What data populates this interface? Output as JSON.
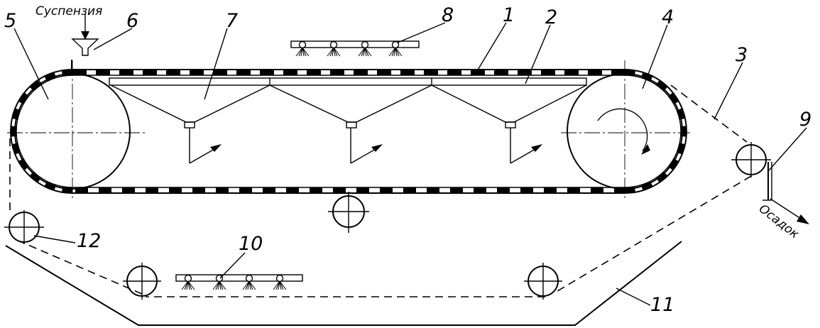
{
  "labels": {
    "suspension": "Суспензия",
    "sediment": "Осадок",
    "n1": "1",
    "n2": "2",
    "n3": "3",
    "n4": "4",
    "n5": "5",
    "n6": "6",
    "n7": "7",
    "n8": "8",
    "n9": "9",
    "n10": "10",
    "n11": "11",
    "n12": "12"
  }
}
